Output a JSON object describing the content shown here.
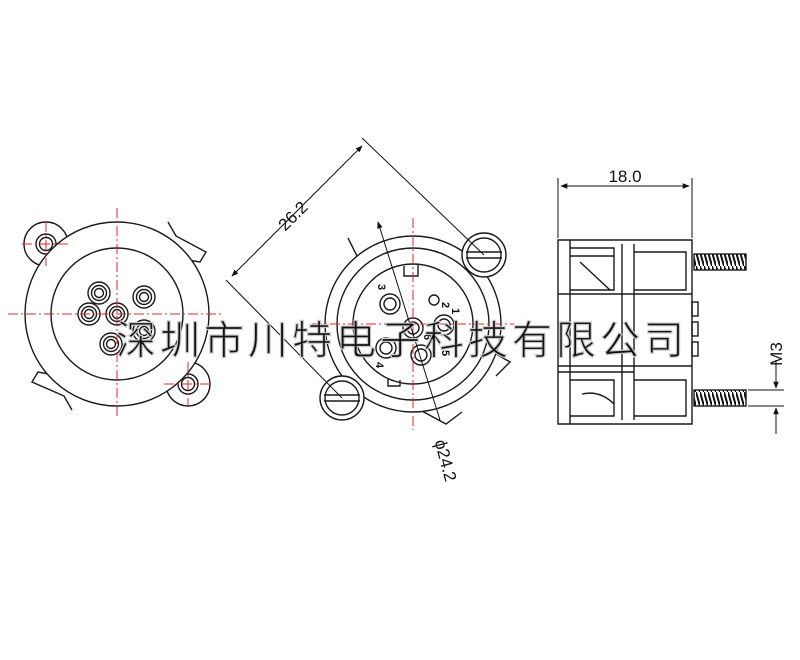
{
  "dimensions": {
    "diagonal": "26.2",
    "diameter": "ϕ24.2",
    "depth": "18.0",
    "thread": "M3"
  },
  "pin_labels": {
    "p1": "1",
    "p2": "2",
    "p3": "3",
    "p4": "4",
    "p5": "5",
    "p6": "6"
  },
  "watermark": "深圳市川特电子科技有限公司",
  "colors": {
    "line": "#1a1a1a",
    "centerline": "#e4242c",
    "watermark": "#c8c8c8",
    "thread": "#222222"
  }
}
